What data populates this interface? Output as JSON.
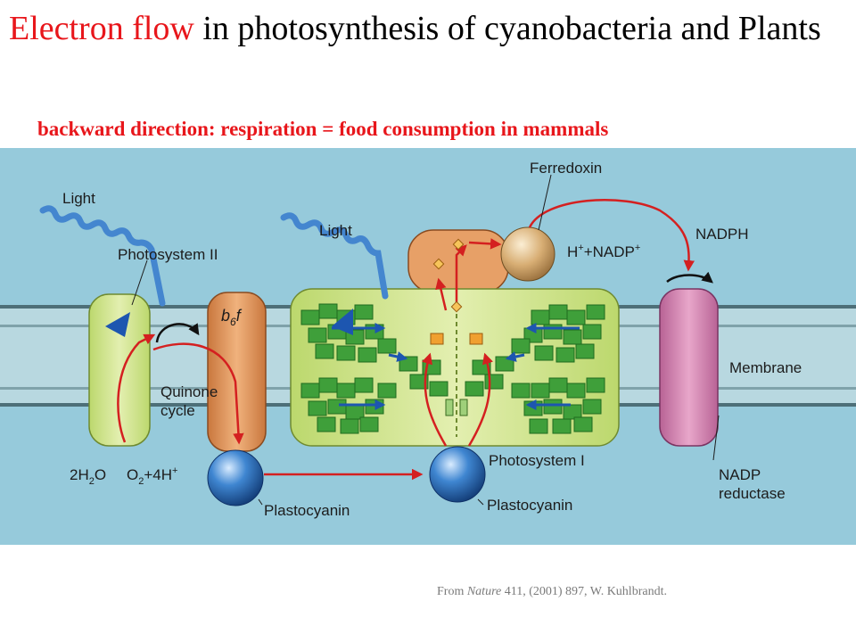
{
  "title": {
    "highlight_1": "Electron",
    "highlight_2": "flow",
    "rest": " in photosynthesis of cyanobacteria and Plants"
  },
  "subtitle": "backward direction: respiration = food consumption in mammals",
  "diagram": {
    "labels": {
      "light_1": "Light",
      "light_2": "Light",
      "photosystem_ii": "Photosystem II",
      "b6f_b": "b",
      "b6f_sub": "6",
      "b6f_f": "f",
      "quinone_1": "Quinone",
      "quinone_2": "cycle",
      "ferredoxin": "Ferredoxin",
      "h_plus": "H",
      "h_sup": "+",
      "plus_nadp": "+NADP",
      "nadp_sup": "+",
      "nadph": "NADPH",
      "membrane": "Membrane",
      "photosystem_i": "Photosystem I",
      "plastocyanin_1": "Plastocyanin",
      "plastocyanin_2": "Plastocyanin",
      "nadp_reductase_1": "NADP",
      "nadp_reductase_2": "reductase",
      "water_2": "2H",
      "water_sub": "2",
      "water_o": "O",
      "oxygen_o": "O",
      "oxygen_sub": "2",
      "oxygen_rest": "+4H",
      "oxygen_sup": "+"
    }
  },
  "credit": {
    "prefix": "From ",
    "journal": "Nature",
    "suffix": " 411, (2001) 897, W. Kuhlbrandt."
  },
  "colors": {
    "title_highlight": "#e8161b",
    "subtitle": "#e8161b",
    "background_panel": "#96cadb",
    "membrane_band": "#b8d8e0",
    "photosystem_green": "#cfe48c",
    "b6f_orange": "#e7a067",
    "nadp_reductase_pink": "#d286ae",
    "plastocyanin_blue": "#2f6db5",
    "electron_arrow": "#d42020"
  }
}
